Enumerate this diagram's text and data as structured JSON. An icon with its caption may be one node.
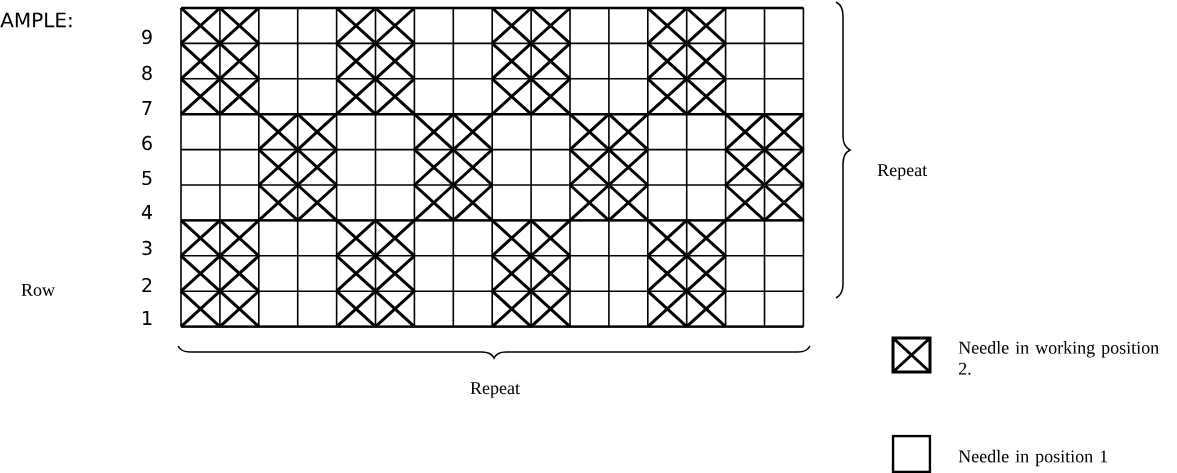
{
  "diagram": {
    "title": "AMPLE:",
    "labels": [
      "9",
      "8",
      "7",
      "6",
      "5",
      "4",
      "3",
      "2",
      "1",
      "Row",
      "Repeat",
      "Repeat"
    ],
    "legend": [
      {
        "text": "Needle in working position 2."
      },
      {
        "text": "Needle in position 1"
      }
    ]
  }
}
